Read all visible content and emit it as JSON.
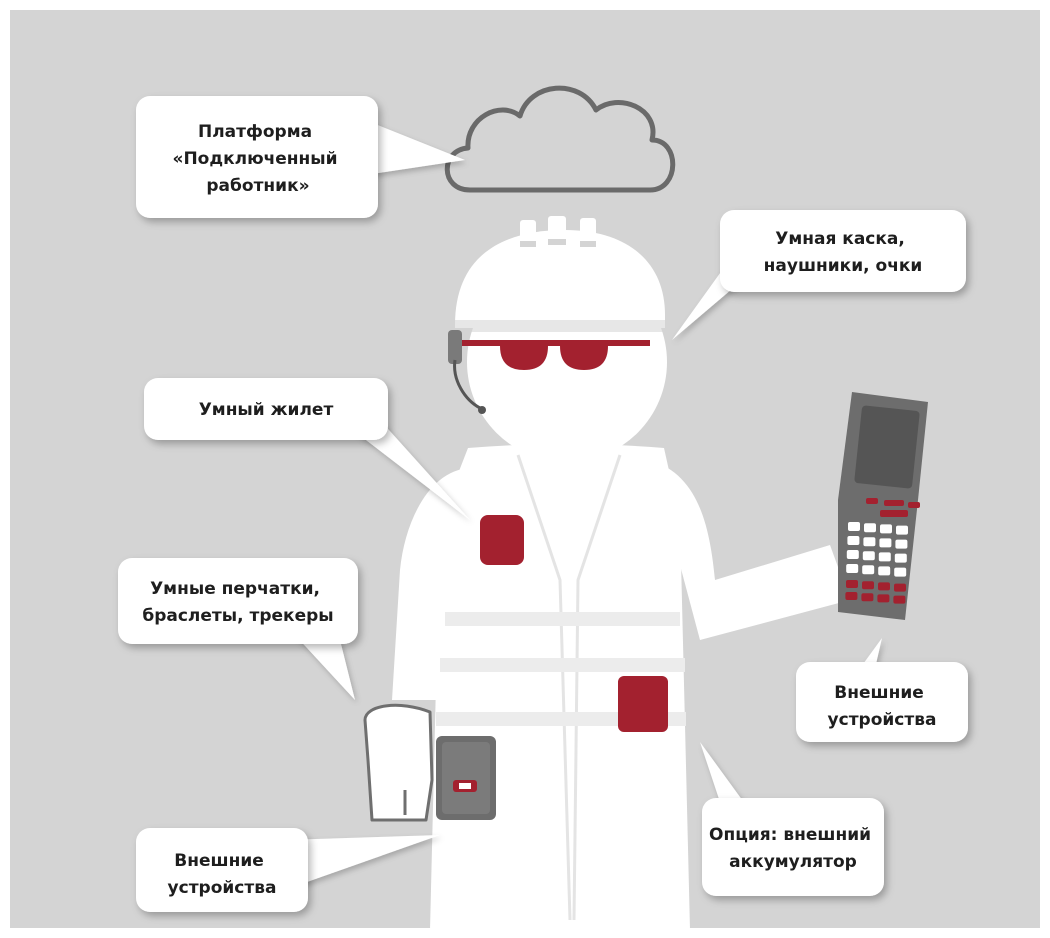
{
  "colors": {
    "background": "#d4d4d4",
    "figure": "#ffffff",
    "accent": "#a3212f",
    "device_gray": "#6d6d6d",
    "outline": "#6f6f6f"
  },
  "callouts": {
    "platform": {
      "lines": [
        "Платформа",
        "«Подключенный",
        "работник»"
      ]
    },
    "helmet": {
      "lines": [
        "Умная каска,",
        "наушники, очки"
      ]
    },
    "vest": {
      "lines": [
        "Умный жилет"
      ]
    },
    "gloves": {
      "lines": [
        "Умные перчатки,",
        "браслеты, трекеры"
      ]
    },
    "external_right": {
      "lines": [
        "Внешние",
        "устройства"
      ]
    },
    "battery": {
      "lines": [
        "Опция: внешний",
        "аккумулятор"
      ]
    },
    "external_left": {
      "lines": [
        "Внешние",
        "устройства"
      ]
    }
  },
  "icons": {
    "cloud": "cloud-icon",
    "helmet": "hard-hat-icon",
    "glasses": "smart-glasses-icon",
    "headset": "headset-icon",
    "vest": "vest-icon",
    "glove": "glove-icon",
    "handheld": "handheld-scanner-icon",
    "battery": "battery-pack-icon",
    "wearable": "wearable-device-icon"
  }
}
